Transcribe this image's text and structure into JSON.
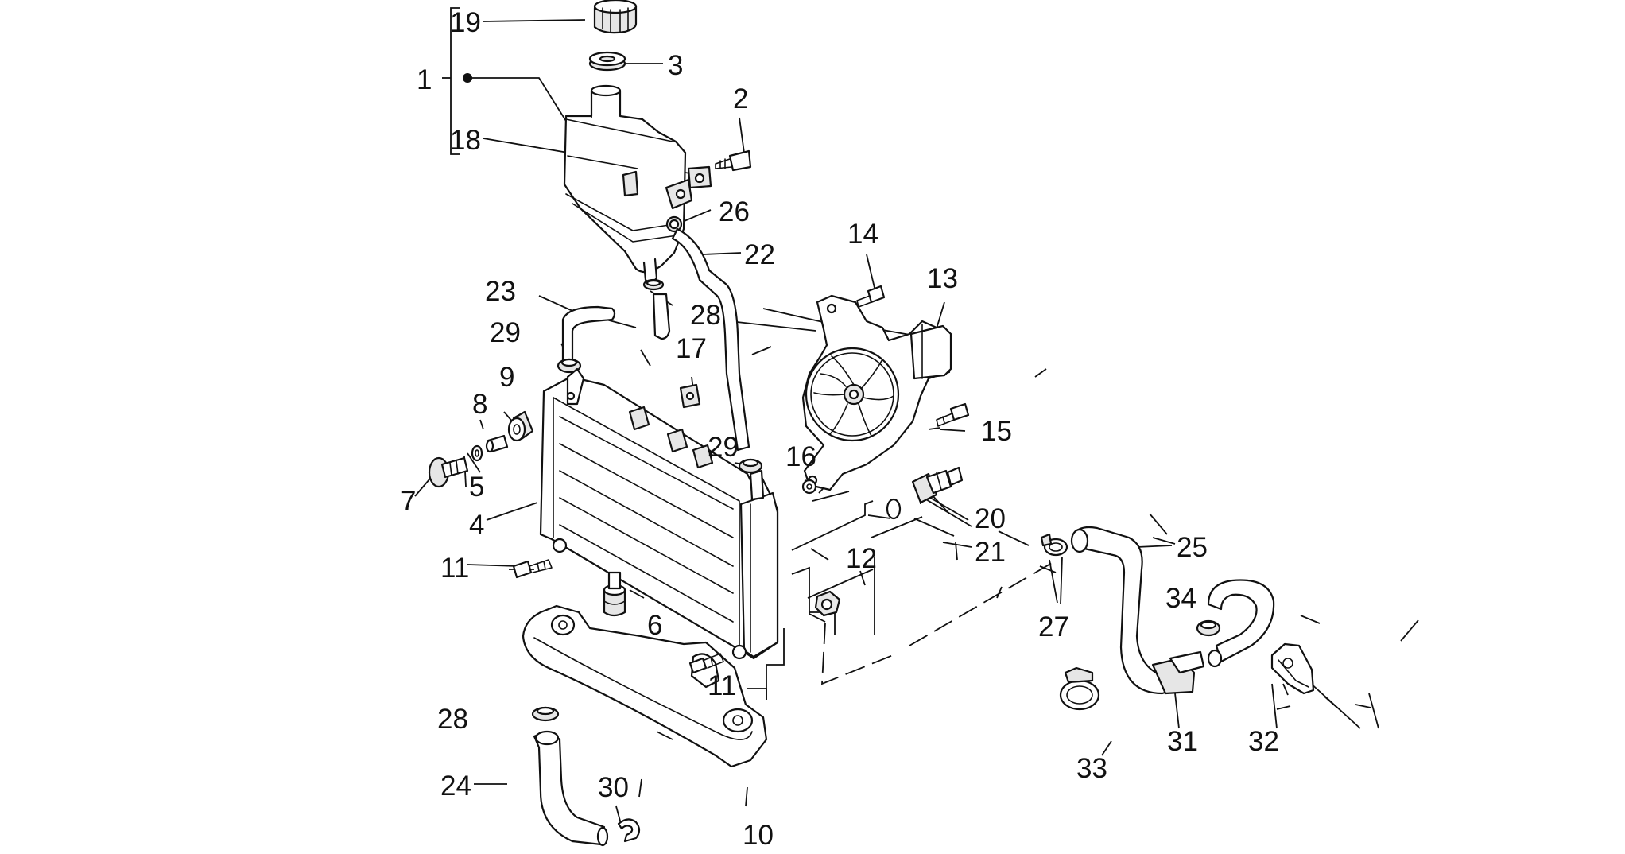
{
  "diagram": {
    "labels": [
      "1",
      "2",
      "3",
      "4",
      "5",
      "6",
      "7",
      "8",
      "9",
      "10",
      "11",
      "11",
      "12",
      "13",
      "14",
      "15",
      "16",
      "17",
      "18",
      "19",
      "20",
      "21",
      "22",
      "23",
      "24",
      "25",
      "26",
      "27",
      "28",
      "28",
      "29",
      "29",
      "30",
      "31",
      "32",
      "33",
      "34"
    ]
  }
}
